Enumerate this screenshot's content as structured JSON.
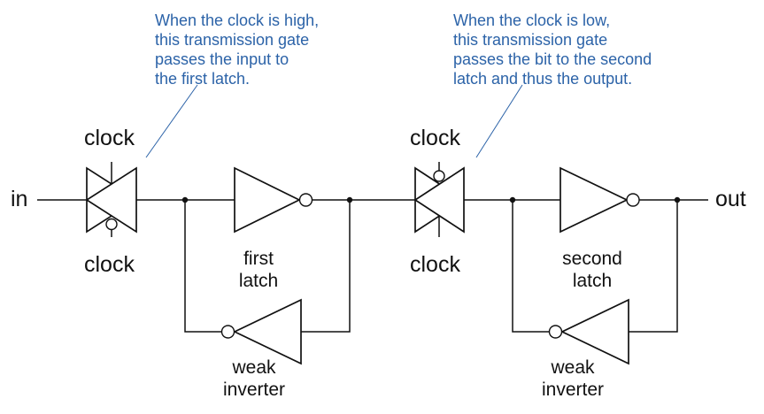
{
  "annotations": {
    "high": "When the clock is high,\nthis transmission gate\npasses the input to\nthe first latch.",
    "low": "When the clock is low,\nthis transmission gate\npasses the bit to the second\nlatch and thus the output."
  },
  "labels": {
    "in": "in",
    "out": "out",
    "clock": "clock",
    "first_latch": "first\nlatch",
    "second_latch": "second\nlatch",
    "weak_inverter": "weak\ninverter"
  },
  "colors": {
    "annotation": "#2c63a8",
    "wire": "#111111"
  }
}
